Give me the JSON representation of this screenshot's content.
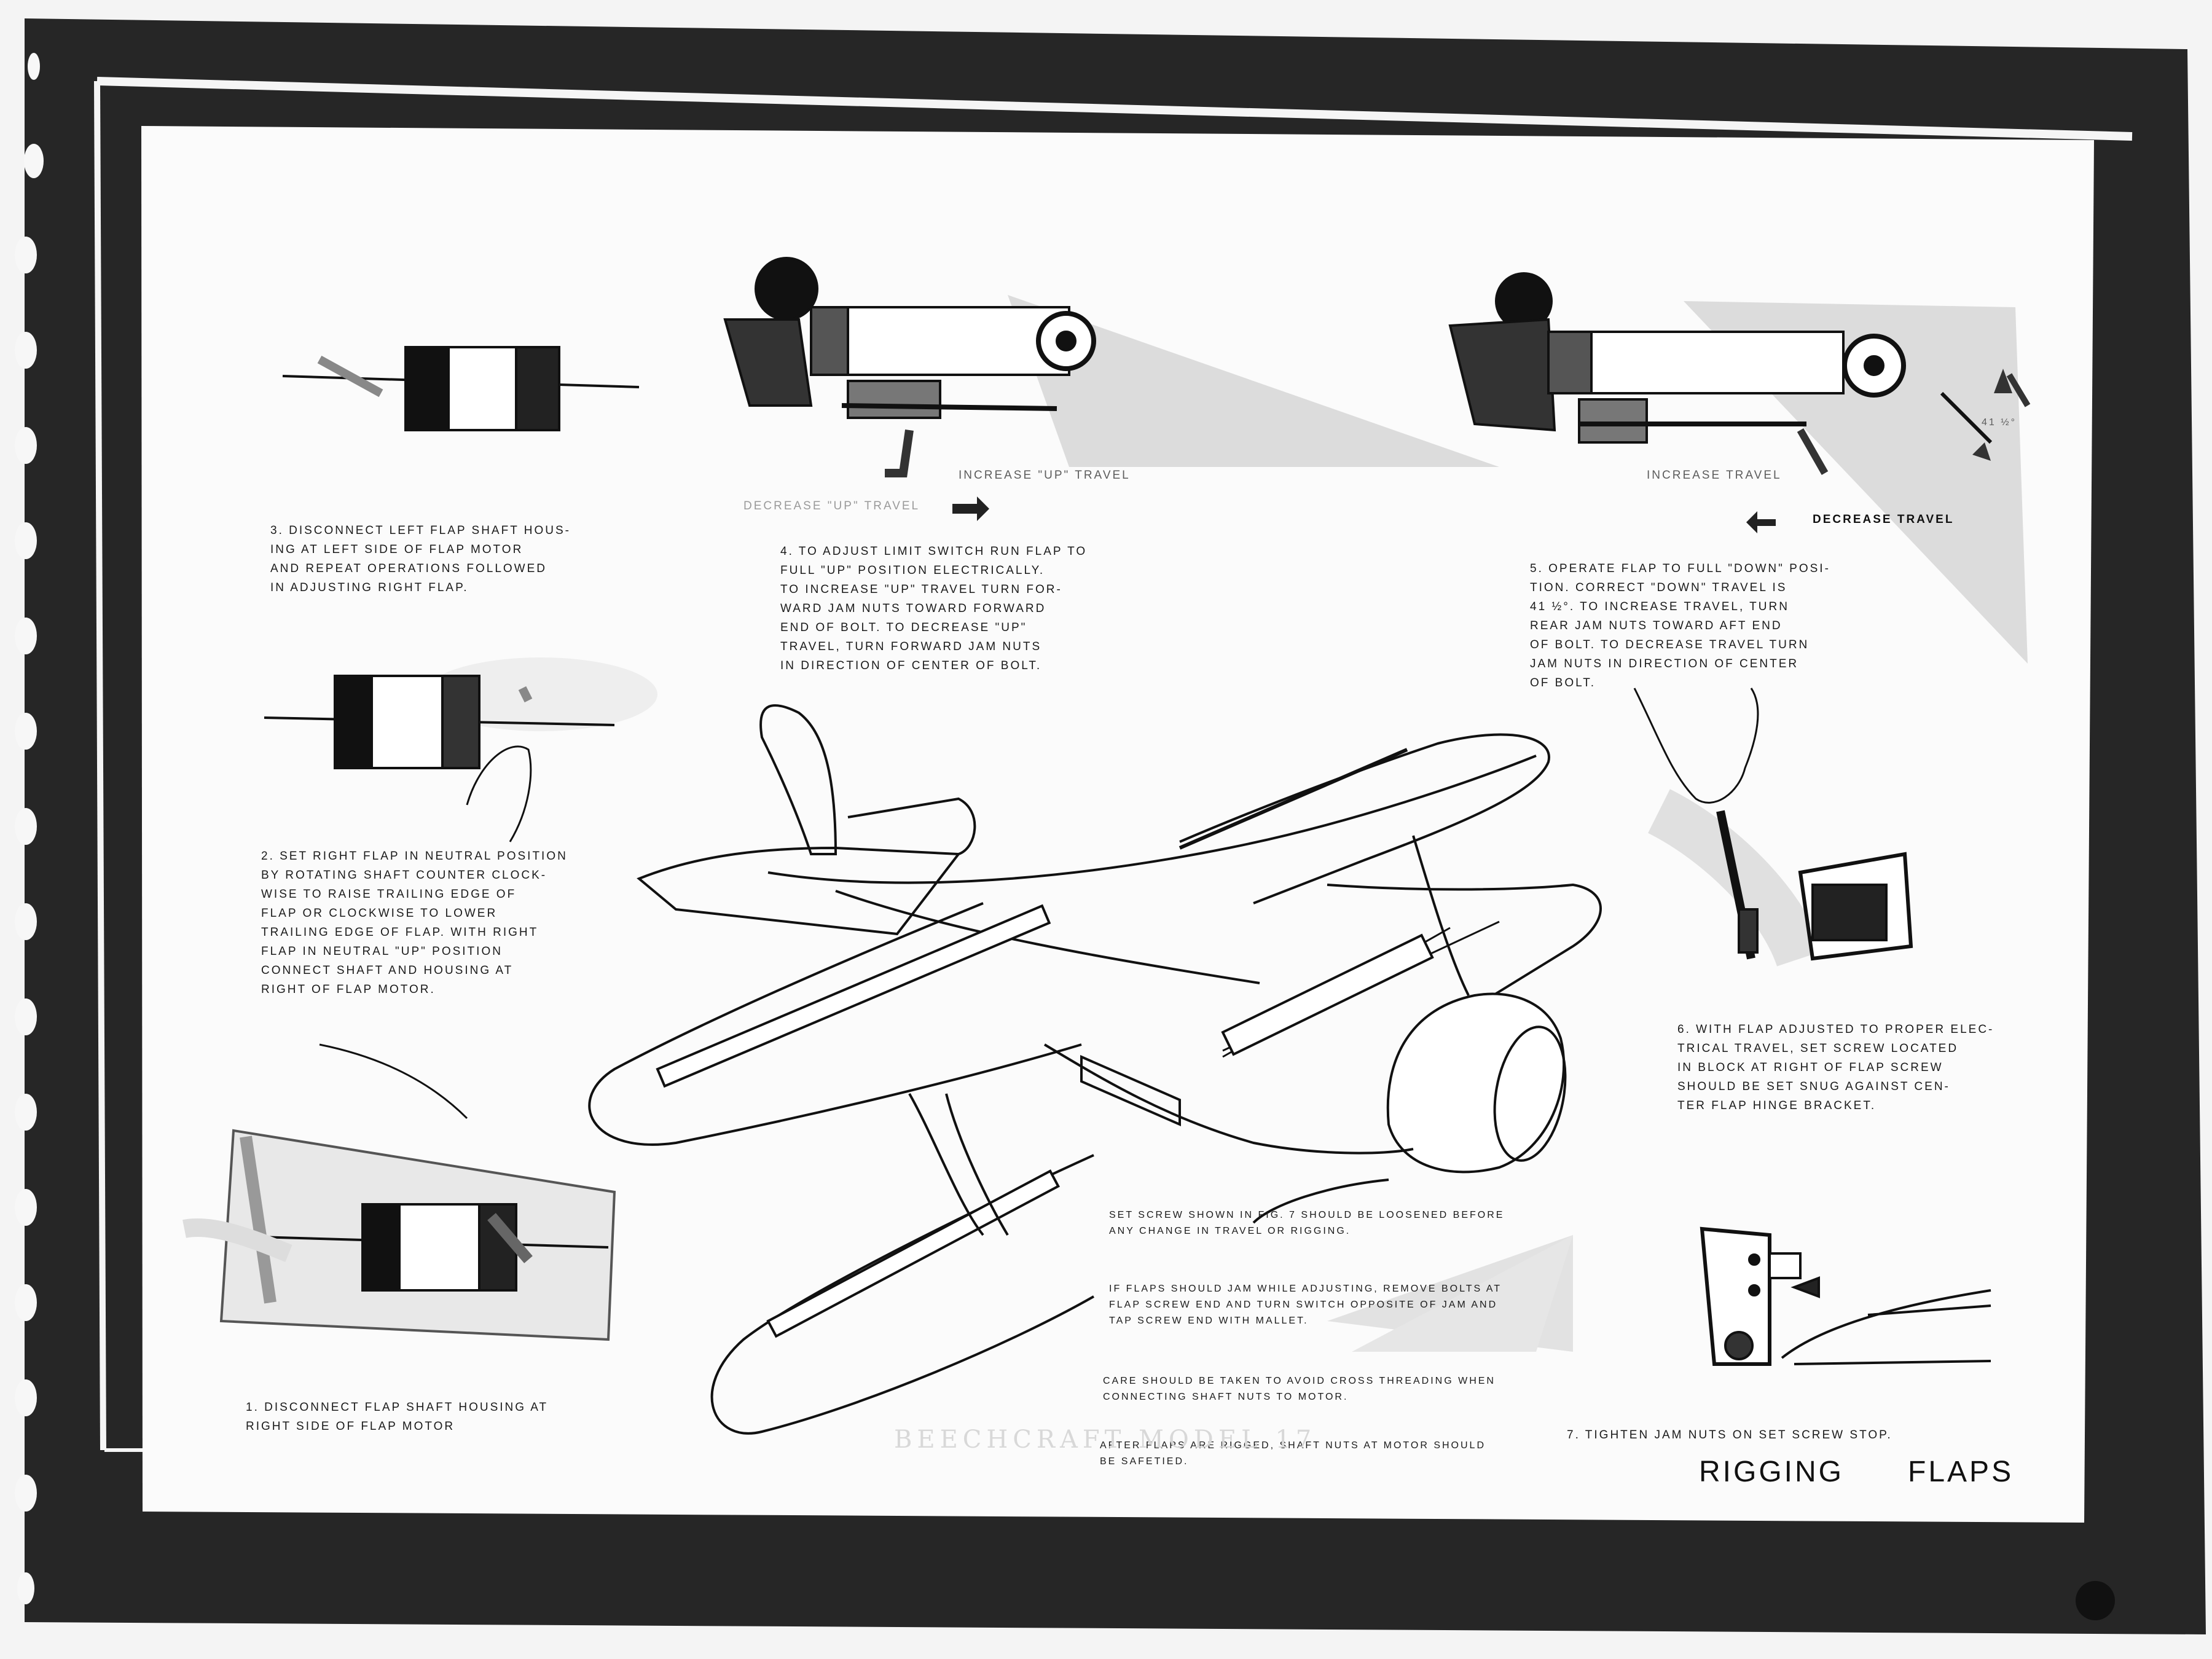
{
  "sheet": {
    "title": "RIGGING      FLAPS",
    "watermark": "BEECHCRAFT MODEL 17"
  },
  "steps": [
    {
      "id": "1",
      "text": "1. DISCONNECT FLAP SHAFT HOUSING AT\nRIGHT SIDE OF FLAP MOTOR"
    },
    {
      "id": "2",
      "text": "2. SET RIGHT FLAP IN NEUTRAL POSITION\nBY ROTATING SHAFT COUNTER CLOCK-\nWISE TO RAISE TRAILING EDGE OF\nFLAP OR CLOCKWISE TO LOWER\nTRAILING EDGE OF FLAP. WITH RIGHT\nFLAP IN NEUTRAL \"UP\" POSITION\nCONNECT SHAFT AND HOUSING AT\nRIGHT OF FLAP MOTOR."
    },
    {
      "id": "3",
      "text": "3. DISCONNECT LEFT FLAP SHAFT HOUS-\nING AT LEFT SIDE OF FLAP MOTOR\nAND REPEAT OPERATIONS FOLLOWED\nIN ADJUSTING RIGHT FLAP."
    },
    {
      "id": "4",
      "text": "4. TO ADJUST LIMIT SWITCH RUN FLAP TO\nFULL \"UP\" POSITION ELECTRICALLY.\nTO INCREASE \"UP\" TRAVEL TURN FOR-\nWARD JAM NUTS TOWARD FORWARD\nEND OF BOLT. TO DECREASE \"UP\"\nTRAVEL, TURN FORWARD JAM NUTS\nIN DIRECTION OF CENTER OF BOLT."
    },
    {
      "id": "5",
      "text": "5. OPERATE FLAP TO FULL \"DOWN\" POSI-\nTION. CORRECT \"DOWN\" TRAVEL IS\n41 ½°. TO INCREASE TRAVEL, TURN\nREAR JAM NUTS TOWARD AFT END\nOF BOLT. TO DECREASE TRAVEL TURN\nJAM NUTS IN DIRECTION OF CENTER\nOF BOLT."
    },
    {
      "id": "6",
      "text": "6. WITH FLAP ADJUSTED TO PROPER ELEC-\nTRICAL TRAVEL, SET SCREW LOCATED\nIN BLOCK AT RIGHT OF FLAP SCREW\nSHOULD BE SET SNUG AGAINST CEN-\nTER FLAP HINGE BRACKET."
    },
    {
      "id": "7",
      "text": "7. TIGHTEN JAM NUTS ON SET SCREW STOP."
    }
  ],
  "arrows": {
    "increase_up": "INCREASE \"UP\" TRAVEL",
    "decrease_up": "DECREASE \"UP\" TRAVEL",
    "increase": "INCREASE TRAVEL",
    "decrease": "DECREASE TRAVEL",
    "angle": "41 ½°"
  },
  "notes": [
    {
      "id": "set-screw",
      "text": "SET SCREW SHOWN IN FIG. 7 SHOULD BE LOOSENED BEFORE\nANY CHANGE IN TRAVEL OR RIGGING."
    },
    {
      "id": "jam",
      "text": "IF FLAPS SHOULD JAM WHILE ADJUSTING, REMOVE BOLTS AT\nFLAP SCREW END AND TURN SWITCH OPPOSITE OF JAM AND\nTAP SCREW END WITH MALLET."
    },
    {
      "id": "cross-thread",
      "text": "CARE SHOULD BE TAKEN TO AVOID CROSS THREADING WHEN\nCONNECTING SHAFT NUTS TO MOTOR."
    },
    {
      "id": "safetied",
      "text": "AFTER FLAPS ARE RIGGED, SHAFT NUTS AT MOTOR SHOULD\nBE SAFETIED."
    }
  ],
  "colors": {
    "frame": "#2b2b2b",
    "sheet": "#fbfbfb",
    "ink": "#111111",
    "shadow": "#d6d6d6"
  }
}
